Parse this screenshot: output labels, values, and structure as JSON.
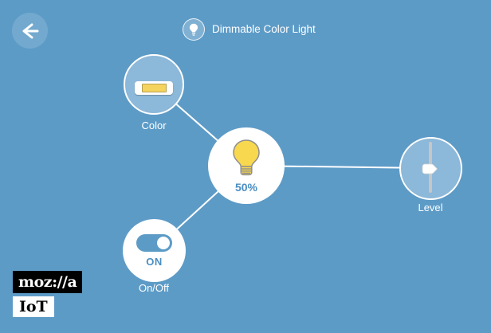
{
  "header": {
    "title": "Dimmable Color Light"
  },
  "nodes": {
    "bulb": {
      "value": "50%"
    },
    "color": {
      "label": "Color"
    },
    "level": {
      "label": "Level"
    },
    "onoff": {
      "label": "On/Off",
      "state": "ON"
    }
  },
  "logo": {
    "mozilla": "moz://a",
    "iot": "IoT"
  },
  "colors": {
    "background": "#5d9bc7",
    "node_light_fill": "#8cb8d9",
    "accent_text_blue": "#4a8ec1",
    "bulb_yellow": "#f8d84f",
    "swatch_yellow": "#f5d35f",
    "slider_track_gray": "#c6c6c6",
    "logo_black": "#000000",
    "white": "#ffffff"
  }
}
